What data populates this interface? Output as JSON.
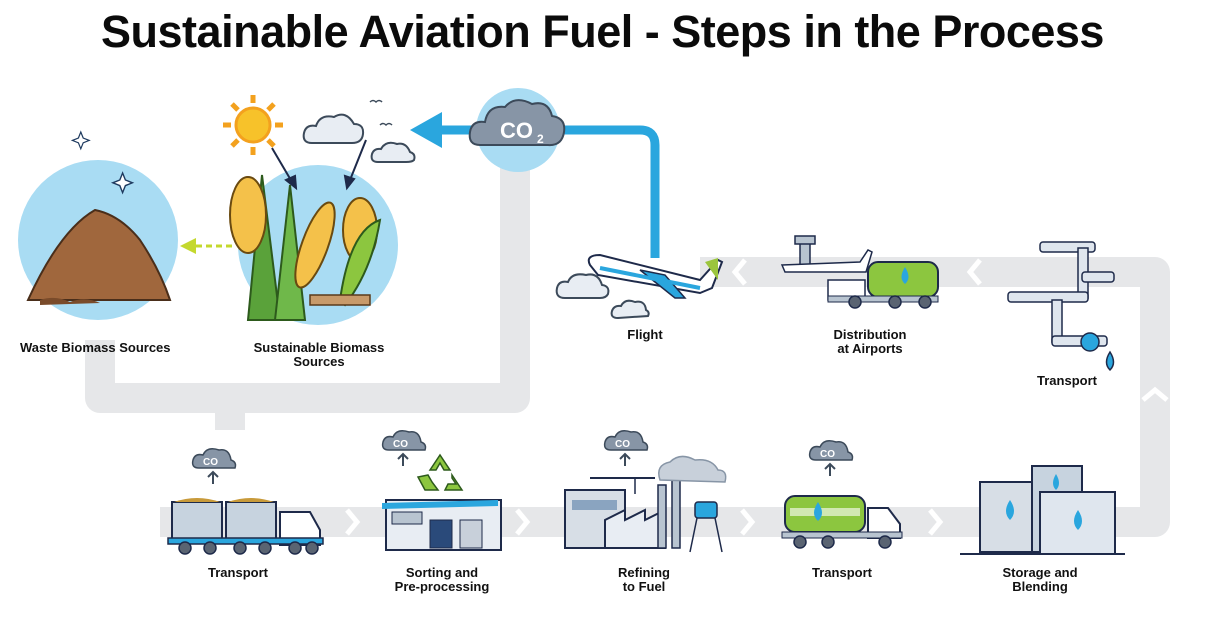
{
  "title": "Sustainable Aviation Fuel - Steps in the Process",
  "co2_label": "CO",
  "co2_sub": "2",
  "steps": {
    "waste_biomass": "Waste Biomass Sources",
    "sustainable_biomass_line1": "Sustainable Biomass",
    "sustainable_biomass_line2": "Sources",
    "flight": "Flight",
    "distribution_line1": "Distribution",
    "distribution_line2": "at Airports",
    "transport_pipeline": "Transport",
    "transport_rail": "Transport",
    "sorting_line1": "Sorting and",
    "sorting_line2": "Pre-processing",
    "refining_line1": "Refining",
    "refining_line2": "to Fuel",
    "transport_truck": "Transport",
    "storage_line1": "Storage and",
    "storage_line2": "Blending"
  },
  "colors": {
    "flow_path": "#e6e7e9",
    "co2_arrow": "#2aa6de",
    "circle_fill": "#a9dcf3",
    "cloud": "#b3c2d1",
    "tank_green": "#8cc63f"
  },
  "icons": [
    "sun-icon",
    "cloud-icon",
    "co2-cloud-icon",
    "airplane-icon",
    "tanker-truck-icon",
    "pipeline-icon",
    "train-icon",
    "recycle-icon",
    "factory-icon",
    "storage-tank-icon"
  ]
}
